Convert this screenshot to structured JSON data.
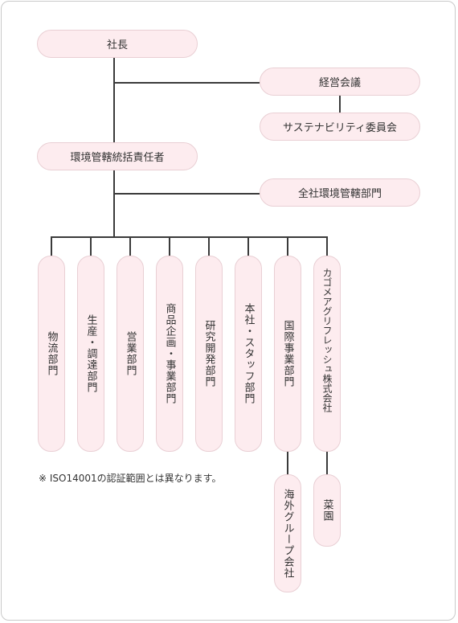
{
  "chart": {
    "president": "社長",
    "management_council": "経営会議",
    "sustainability_committee": "サステナビリティ委員会",
    "env_manager": "環境管轄統括責任者",
    "env_department": "全社環境管轄部門",
    "departments": [
      "物流部門",
      "生産・調達部門",
      "営業部門",
      "商品企画・事業部門",
      "研究開発部門",
      "本社・スタッフ部門",
      "国際事業部門",
      "カゴメアグリフレッシュ株式会社"
    ],
    "sub_units": {
      "overseas": "海外グループ会社",
      "vegetable_garden": "菜園"
    },
    "note": "※ ISO14001の認証範囲とは異なります。"
  }
}
